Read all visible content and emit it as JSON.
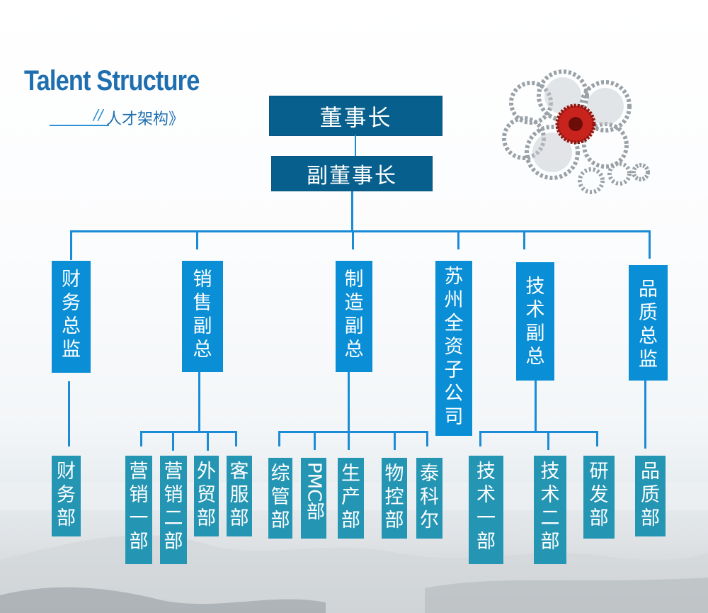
{
  "header": {
    "title_en": "Talent Structure",
    "title_cn_prefix": "//",
    "title_cn": "人才架构》"
  },
  "decor": {
    "gears_image": "gears-cluster-icon"
  },
  "colors": {
    "top_box": "#065f8c",
    "level2_box": "#0a8fd6",
    "level3_box": "#2595b4",
    "connector": "#1a8bd6",
    "title": "#1f6fb0"
  },
  "org": {
    "chairman": "董事长",
    "vice_chairman": "副董事长",
    "departments": [
      {
        "name": "财务总监",
        "children": [
          "财务部"
        ]
      },
      {
        "name": "销售副总",
        "children": [
          "营销一部",
          "营销二部",
          "外贸部",
          "客服部"
        ]
      },
      {
        "name": "制造副总",
        "children": [
          "综管部",
          "PMC部",
          "生产部",
          "物控部",
          "泰科尔"
        ]
      },
      {
        "name": "苏州全资子公司",
        "children": []
      },
      {
        "name": "技术副总",
        "children": [
          "技术一部",
          "技术二部",
          "研发部"
        ]
      },
      {
        "name": "品质总监",
        "children": [
          "品质部"
        ]
      }
    ]
  }
}
